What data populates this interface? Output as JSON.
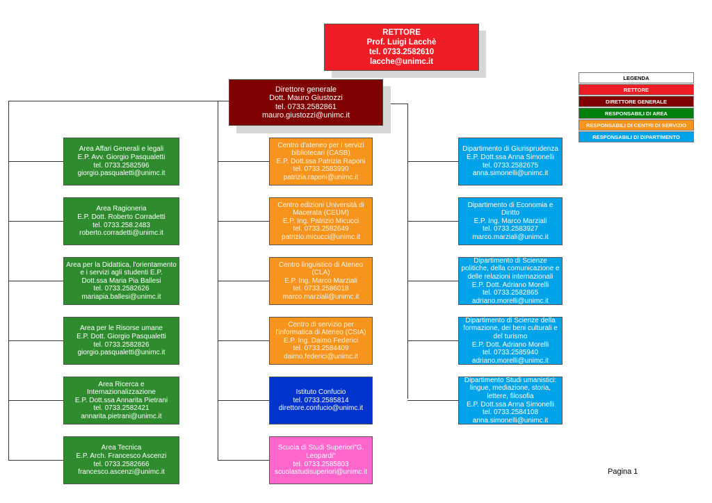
{
  "rettore": {
    "title": "RETTORE",
    "name": "Prof. Luigi Lacchè",
    "tel": "tel. 0733.2582610",
    "email": "lacche@unimc.it"
  },
  "direttore": {
    "title": "Direttore generale",
    "name": "Dott. Mauro Giustozzi",
    "tel": "tel. 0733.2582861",
    "email": "mauro.giustozzi@unimc.it"
  },
  "aree": [
    {
      "lines": [
        "Area Affari Generali e legali",
        "E.P. Avv. Giorgio Pasqualetti",
        "tel. 0733.2582596",
        "giorgio.pasqualetti@unimc.it"
      ]
    },
    {
      "lines": [
        "Area Ragioneria",
        "E.P. Dott. Roberto Corradetti",
        "tel. 0733.258.2483",
        "roberto.corradetti@unimc.it"
      ]
    },
    {
      "lines": [
        "Area per la Didattica, l'orientamento",
        "e i servizi agli studenti E.P.",
        "Dott.ssa Maria Pia Ballesi",
        "tel. 0733.2582626",
        "mariapia.ballesi@unimc.it"
      ]
    },
    {
      "lines": [
        "Area per le Risorse umane",
        "E.P. Dott. Giorgio Pasqualetti",
        "tel. 0733.2582826",
        "giorgio.pasqualetti@unimc.it"
      ]
    },
    {
      "lines": [
        "Area Ricerca e",
        "Internazionalizzazione",
        "E.P. Dott.ssa Annarita Pietrani",
        "tel. 0733.2582421",
        "annarita.pietrani@unimc.it"
      ]
    },
    {
      "lines": [
        "Area Tecnica",
        "E.P. Arch. Francesco Ascenzi",
        "tel. 0733.2582666",
        "francesco.ascenzi@unimc.it"
      ]
    }
  ],
  "centri": [
    {
      "lines": [
        "Centro d'ateneo per i servizi",
        "bibliotecari (CASB)",
        "E.P. Dott.ssa Patrizia Raponi",
        "tel. 0733.2583990",
        "patrizia.raponi@unimc.it"
      ]
    },
    {
      "lines": [
        "Centro edizioni Università di",
        "Macerata (CEUM)",
        "E.P. Ing. Patrizio Micucci",
        "tel. 0733.2582649",
        "patrizio.micucci@unimc.it"
      ]
    },
    {
      "lines": [
        "Centro linguistico di Ateneo",
        "(CLA)",
        "E.P. Ing. Marco Marziali",
        "tel. 0733.2586018",
        "marco.marziali@unimc.it"
      ]
    },
    {
      "lines": [
        "Centro di servizio  per",
        "l'informatica  di Ateneo (CSIA)",
        "E.P. Ing. Daimo Federici",
        "tel. 0733.2584409",
        "daimo.federici@unimc.it"
      ]
    }
  ],
  "confucio": {
    "lines": [
      "Istituto Confucio",
      "tel. 0733.2585814",
      "direttore.confucio@unimc.it"
    ]
  },
  "scuola": {
    "lines": [
      "Scuola di Studi Superiori\"G.",
      "Leopardi\"",
      "tel. 0733.2585803",
      "scuolastudisuperiori@unimc.it"
    ]
  },
  "dipartimenti": [
    {
      "lines": [
        "Dipartimento di Giurisprudenza",
        "E.P. Dott.ssa Anna Simonelli",
        "tel. 0733.2582675",
        "anna.simonelli@unimc.it"
      ]
    },
    {
      "lines": [
        "Dipartimento di Economia e",
        "Diritto",
        "E.P. Ing. Marco Marziali",
        "tel. 0733.2583927",
        "marco.marziali@unimc.it"
      ]
    },
    {
      "lines": [
        "Dipartimento di Scienze",
        "politiche, della comunicazione e",
        "delle relazioni internazionali",
        "E.P. Dott. Adriano Morelli",
        "tel. 0733.2582865",
        "adriano.morelli@unimc.it"
      ]
    },
    {
      "lines": [
        "Dipartimento di Scienze della",
        "formazione, dei beni culturali e",
        "del turismo",
        "E.P. Dott. Adriano Morelli",
        "tel. 0733.2585940",
        "adriano.morelli@unimc.it"
      ]
    },
    {
      "lines": [
        "Dipartimento Studi umanistici:",
        "lingue, mediazione, storia,",
        "lettere, filosofia",
        "E.P. Dott.ssa Anna Simonelli",
        "tel. 0733.2584108",
        "anna.simonelli@unimc.it"
      ]
    }
  ],
  "legenda": {
    "title": "LEGENDA",
    "items": [
      {
        "label": "RETTORE",
        "color": "#ee1c24",
        "text_color": "#ffffff"
      },
      {
        "label": "DIRETTORE GENERALE",
        "color": "#7f0000",
        "text_color": "#ffffff"
      },
      {
        "label": "RESPONSABILI DI AREA",
        "color": "#007f0e",
        "text_color": "#ffffff"
      },
      {
        "label": "RESPONSABILI DI CENTRI DI SERVIZIO",
        "color": "#f7941d",
        "text_color": "#fff3e0"
      },
      {
        "label": "RESPONSABILI DI DIPARTIMENTO",
        "color": "#00a2e8",
        "text_color": "#ffffff"
      }
    ]
  },
  "footer": {
    "page": "Pagina 1"
  }
}
